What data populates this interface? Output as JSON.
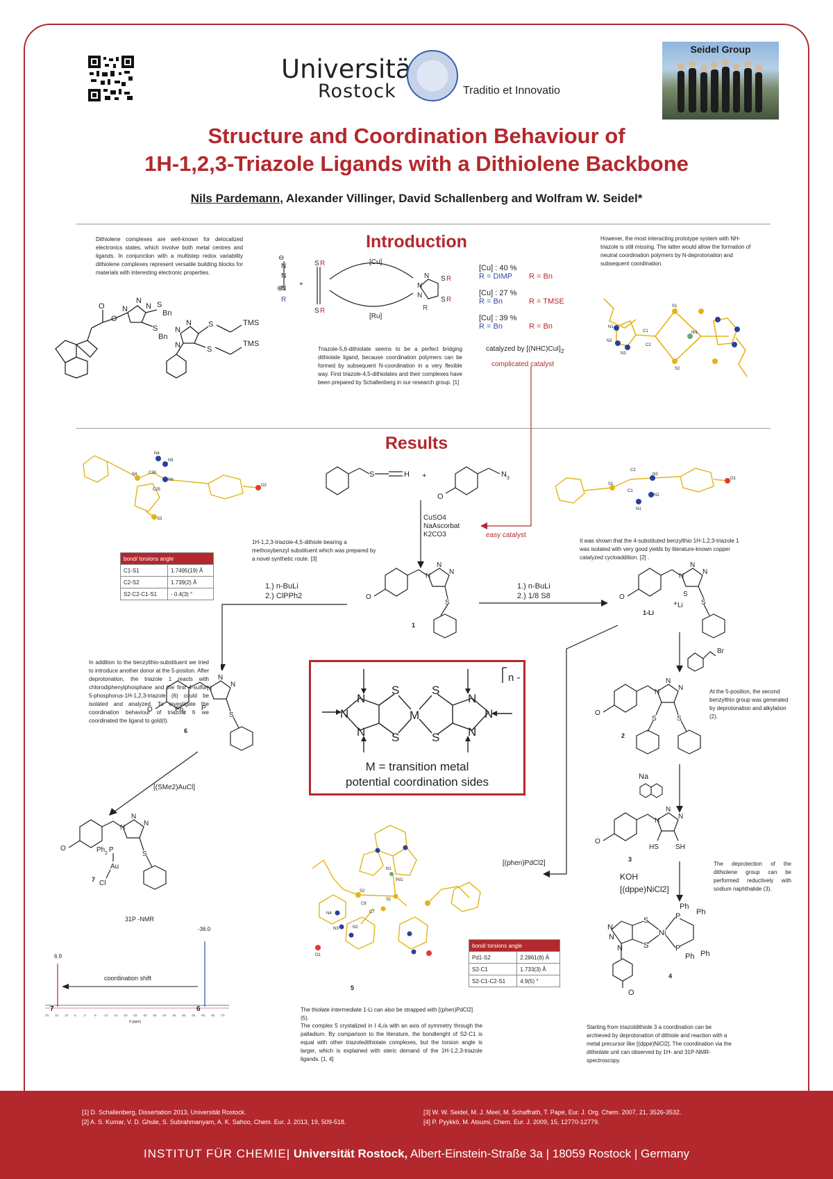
{
  "header": {
    "university_line1": "Universität",
    "university_line2": "Rostock",
    "motto": "Traditio et Innovatio",
    "group_label": "Seidel Group"
  },
  "title": {
    "line1": "Structure and Coordination Behaviour of",
    "line2": "1H-1,2,3-Triazole Ligands with a Dithiolene Backbone"
  },
  "authors": {
    "presenter": "Nils Pardemann",
    "others": ", Alexander Villinger, David Schallenberg and Wolfram W. Seidel*"
  },
  "introduction": {
    "heading": "Introduction",
    "left_text": "Dithiolene complexes are well-known for delocalized electronics states, which involve both metal centres and ligands. In conjunction with a multistep redox variability dithiolene complexes represent versatile building blocks for materials with interesting electronic properties.",
    "right_text": "However, the most interacting prototype system with NH-triazole is still missing. The latter would allow the formation of neutral coordination polymers by N-deprotonation and subsequent coordination.",
    "center_text": "Triazole-5,6-dithiolate seems to be a perfect bridging dithiolate ligand, because coordination polymers can be formed by subsequent N-coordination in a very flexible way. First triazole-4,5-dithiolates and their complexes have been prepared by Schallenberg in our research group. [1]",
    "cat_cu": "[Cu]",
    "cat_ru": "[Ru]",
    "yields": [
      {
        "cat": "[Cu] : 40 %",
        "r1": "R = DIMP",
        "r2": "R = Bn"
      },
      {
        "cat": "[Cu] : 27 %",
        "r1": "R = Bn",
        "r2": "R = TMSE"
      },
      {
        "cat": "[Cu] : 39 %",
        "r1": "R = Bn",
        "r2": "R = Bn"
      }
    ],
    "catalyst_note": "catalyzed by [(NHC)CuI]",
    "catalyst_sub": "2",
    "complicated": "complicated catalyst"
  },
  "results": {
    "heading": "Results",
    "easy": "easy catalyst",
    "reagents": [
      "CuSO4",
      "NaAscorbat",
      "K2CO3"
    ],
    "text_left_center": "1H-1,2,3-triazole-4,5-dithiole bearing a methoxybenzyl substituent which was prepared by a novel synthetic route. [3]",
    "text_right_center": "It was shown that the 4-substituted benzylthio 1H-1,2,3-triazole 1 was isolated with very good yields by literature-known copper catalyzed cycloaddition. [2] .",
    "table1": {
      "header": "bond/ torsions angle",
      "rows": [
        [
          "C1-S1",
          "1.7495(19) Å"
        ],
        [
          "C2-S2",
          "1.739(2) Å"
        ],
        [
          "S2-C2-C1-S1",
          "- 0.4(3) °"
        ]
      ]
    },
    "table2": {
      "header": "bond/ torsions angle",
      "rows": [
        [
          "Pd1-S2",
          "2.2861(8) Å"
        ],
        [
          "S2-C1",
          "1.733(3) Å"
        ],
        [
          "S2-C1-C2-S1",
          "4.9(5) °"
        ]
      ]
    },
    "step_left": [
      "1.) n-BuLi",
      "2.) ClPPh2"
    ],
    "step_right": [
      "1.) n-BuLi",
      "2.) 1/8 S8"
    ],
    "label_1": "1",
    "label_1li": "1-Li",
    "label_2": "2",
    "label_3": "3",
    "label_4": "4",
    "label_5": "5",
    "label_6": "6",
    "label_7": "7",
    "gold_reagent": "[(SMe2)AuCl]",
    "pd_reagent": "[(phen)PdCl2]",
    "koh": [
      "KOH",
      "[(dppe)NiCl2]"
    ],
    "na": "Na",
    "br": "Br",
    "text_gold": "In addition to the benzylthio-substituent we tried to introduce another donor at the 5-positon. After deprotonation, the triazole 1 reacts with chlorodiphenylphosphane and the first 4-sulfur-5-phosphorus-1H-1,2,3-triazole (6) could be isolated and analyzed. To investigate the coordination behaviour of triazole 6 we coordinated the ligand to gold(I).",
    "text_alkyl": "At the 5-position, the second benzylthio group was generated by deprotonation and alkylation (2).",
    "text_deprot": "The deprotection of the dithiolene group can be performed reductively with sodium naphthalide (3).",
    "text_ni": "Starting from triazoldithiole 3 a coordination can be archieved by deprotonation of dithiole and reaction with a metal precursor like [(dppe)NiCl2]. The coordination via the dithiolate unit can observed by 1H- and 31P-NMR-spectroscopy.",
    "text_pd1": "The thiolate intermediate 1-Li can also be strapped with [(phen)PdCl2] (5).",
    "text_pd2": "The complex 5 crystalized in I 4₁/a with an axis of symmetry through the palladium. By comparison to the literature, the bondlenght of S2-C1 is equal with other triazoledithiolate complexes, but the torsion angle is larger, which is explained with steric demand of the 1H-1,2,3-triazole ligands. [1, 4]",
    "box_charge": "n -",
    "box_line1": "M = transition metal",
    "box_line2": "potential coordination sides",
    "nmr_title": "31P -NMR",
    "nmr_peak1": "6.9",
    "nmr_peak2": "-36.0",
    "nmr_shift": "coordination shift",
    "nmr_axis": "δ (ppm)",
    "nmr_label7": "7",
    "nmr_label6": "6"
  },
  "references": {
    "left": [
      "[1]  D. Schallenberg, Dissertation 2013, Universität Rostock.",
      "[2]  A. S. Kumar, V. D. Ghule, S. Subrahmanyam, A. K. Sahoo, Chem. Eur. J. 2013, 19, 509-518."
    ],
    "right": [
      "[3]  W. W. Seidel, M. J. Meel, M. Schaffrath, T. Pape, Eur. J. Org. Chem. 2007, 21, 3526-3532.",
      "[4]  P. Pyykkö, M. Atsumi, Chem. Eur. J. 2009, 15, 12770-12779."
    ]
  },
  "footer": {
    "institute": "INSTITUT FÜR CHEMIE|",
    "uni": " Universität Rostock,",
    "address": " Albert-Einstein-Straße 3a | 18059 Rostock | Germany"
  },
  "colors": {
    "brand": "#b3282d",
    "blue": "#2b4b9b",
    "gold": "#e2b416"
  }
}
